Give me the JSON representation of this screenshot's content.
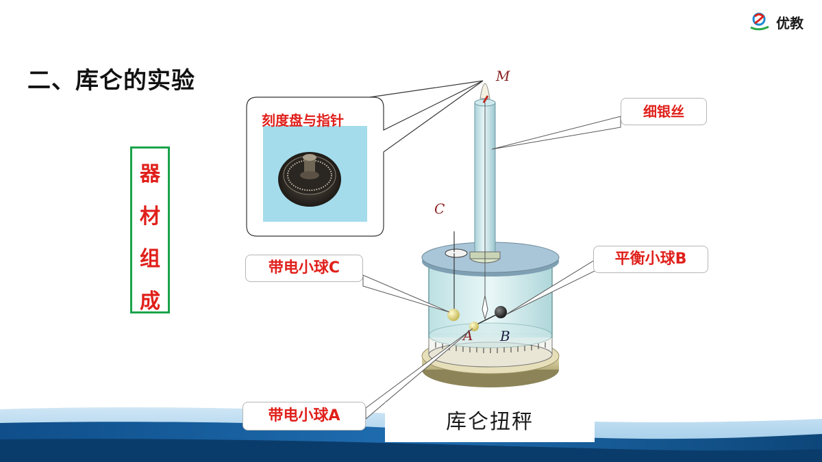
{
  "slide": {
    "title": "二、库仑的实验",
    "logo_text": "优教",
    "vertical_label": [
      "器",
      "材",
      "组",
      "成"
    ],
    "dial_callout": "刻度盘与指针",
    "callouts": {
      "silver_wire": "细银丝",
      "ball_c": "带电小球C",
      "ball_b": "平衡小球B",
      "ball_a": "带电小球A"
    },
    "letters": {
      "m": "M",
      "c": "C",
      "a": "A",
      "b": "B"
    },
    "caption": "库仑扭秤"
  }
}
